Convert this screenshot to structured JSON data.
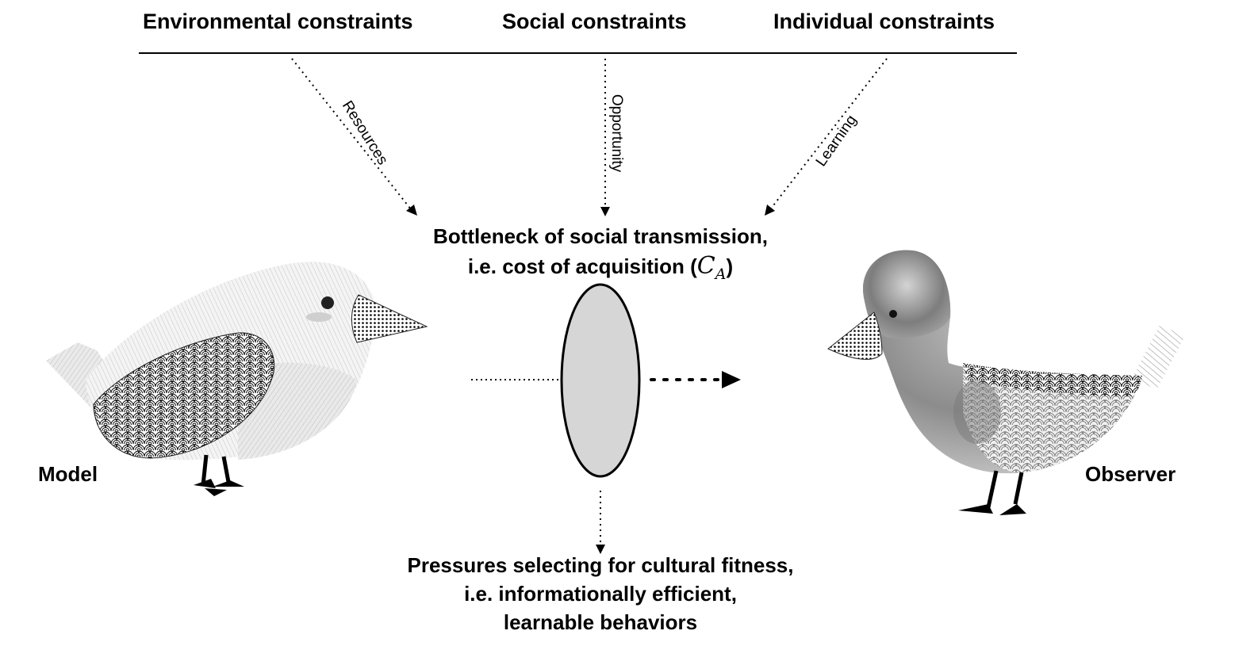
{
  "header": {
    "environmental": "Environmental constraints",
    "social": "Social constraints",
    "individual": "Individual constraints"
  },
  "arrows": {
    "resources": "Resources",
    "opportunity": "Opportunity",
    "learning": "Learning"
  },
  "bottleneck": {
    "line1": "Bottleneck of social transmission,",
    "line2_prefix": "i.e. cost of acquisition (",
    "symbol": "C",
    "subscript": "A",
    "line2_suffix": ")"
  },
  "pressures": {
    "line1": "Pressures selecting for cultural fitness,",
    "line2": "i.e. informationally efficient,",
    "line3": "learnable behaviors"
  },
  "labels": {
    "model": "Model",
    "observer": "Observer"
  },
  "colors": {
    "filter_fill": "#d6d6d6",
    "line": "#000000"
  }
}
